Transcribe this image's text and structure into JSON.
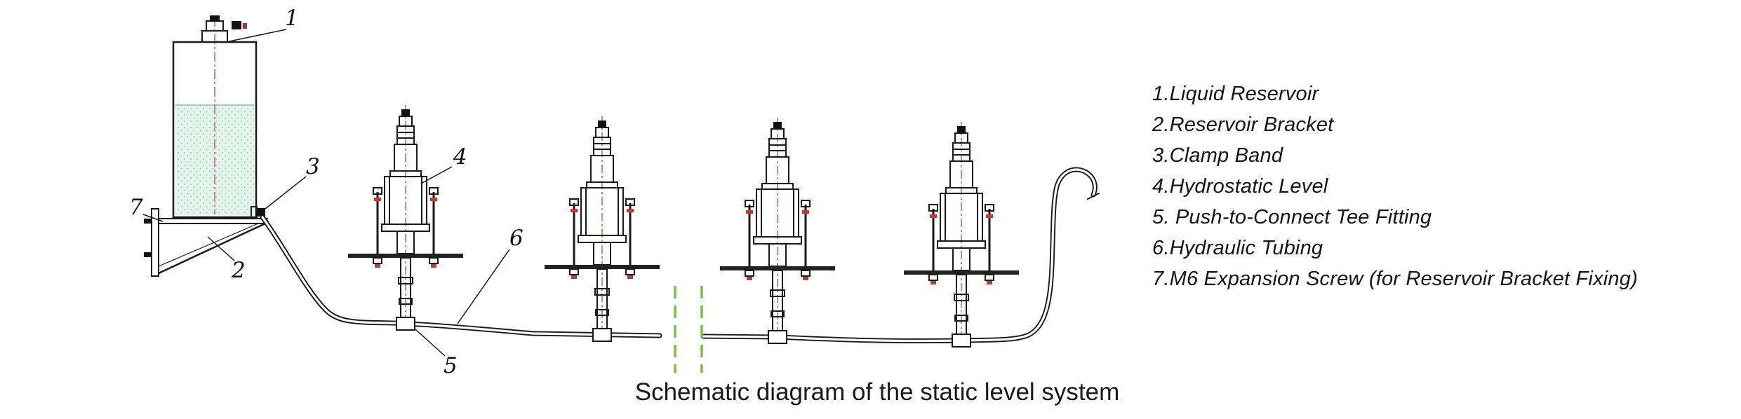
{
  "caption": "Schematic diagram of the static level system",
  "legend": {
    "items": [
      {
        "label": "1.Liquid Reservoir"
      },
      {
        "label": "2.Reservoir Bracket"
      },
      {
        "label": "3.Clamp Band"
      },
      {
        "label": "4.Hydrostatic Level"
      },
      {
        "label": "5. Push-to-Connect Tee Fitting"
      },
      {
        "label": "6.Hydraulic Tubing"
      },
      {
        "label": "7.M6 Expansion Screw (for Reservoir Bracket Fixing)"
      }
    ]
  },
  "callouts": [
    {
      "label": "1",
      "refers_to": "Liquid Reservoir"
    },
    {
      "label": "2",
      "refers_to": "Reservoir Bracket"
    },
    {
      "label": "3",
      "refers_to": "Clamp Band"
    },
    {
      "label": "4",
      "refers_to": "Hydrostatic Level"
    },
    {
      "label": "5",
      "refers_to": "Push-to-Connect Tee Fitting"
    },
    {
      "label": "6",
      "refers_to": "Hydraulic Tubing"
    },
    {
      "label": "7",
      "refers_to": "M6 Expansion Screw"
    }
  ],
  "colors": {
    "line_black": "#1a1a1a",
    "centerline_red": "#c0392b",
    "liquid_fill": "#e4f5ee",
    "liquid_dots": "#8fccb8",
    "break_line_green": "#76c043"
  }
}
